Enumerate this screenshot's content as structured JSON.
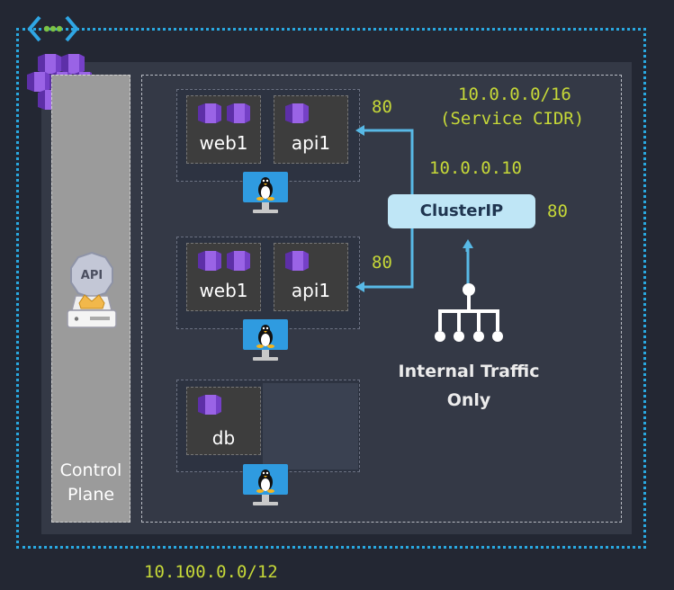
{
  "vnet": {
    "cidr": "10.100.0.0/12",
    "icon": "vnet-icon"
  },
  "cluster": {
    "icon": "kubernetes-cluster-icon"
  },
  "control_plane": {
    "label_line1": "Control",
    "label_line2": "Plane",
    "icon": "api-server-icon",
    "api_text": "API"
  },
  "service": {
    "cidr": "10.0.0.0/16",
    "cidr_note": "(Service CIDR)",
    "ip": "10.0.0.10",
    "type": "ClusterIP",
    "port": "80"
  },
  "nodes": [
    {
      "pods": [
        "web1",
        "api1"
      ],
      "target_port": "80",
      "icon": "linux-vm-icon"
    },
    {
      "pods": [
        "web1",
        "api1"
      ],
      "target_port": "80",
      "icon": "linux-vm-icon"
    },
    {
      "pods": [
        "db"
      ],
      "icon": "linux-vm-icon"
    }
  ],
  "traffic": {
    "line1": "Internal Traffic",
    "line2": "Only",
    "icon": "internal-network-icon"
  },
  "colors": {
    "background": "#232733",
    "vnet_border": "#29a8e0",
    "cluster_bg": "#343946",
    "control_plane_bg": "#9b9b9b",
    "clusterip_bg": "#bfe6f6",
    "accent_text": "#c6d838",
    "arrow": "#58b9e6",
    "pod_purple": "#8d5bd8"
  }
}
